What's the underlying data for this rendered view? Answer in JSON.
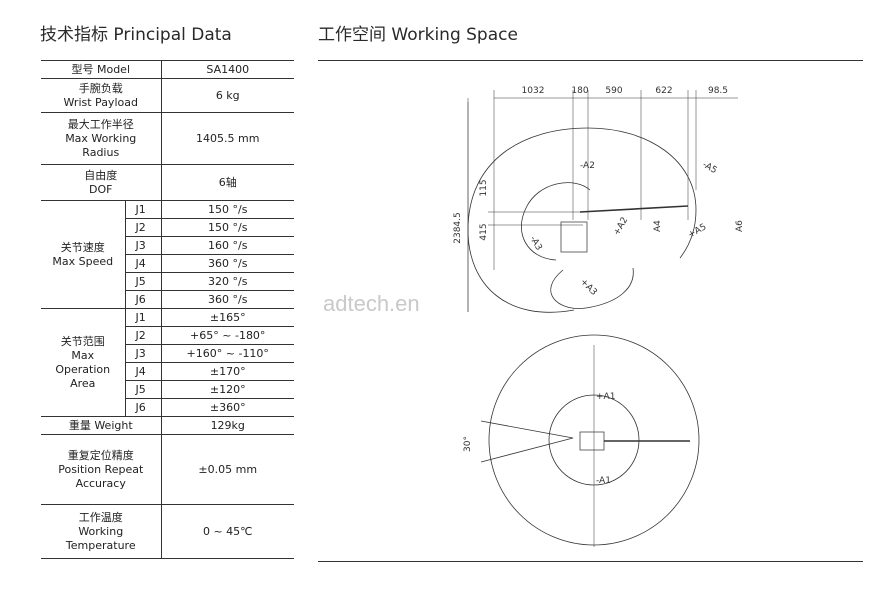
{
  "left_title": "技术指标 Principal Data",
  "right_title": "工作空间 Working Space",
  "spec": {
    "model": {
      "label_zh": "型号 Model",
      "value": "SA1400"
    },
    "payload": {
      "label_zh": "手腕负载",
      "label_en": "Wrist Payload",
      "value": "6 kg"
    },
    "radius": {
      "label_zh": "最大工作半径",
      "label_en": "Max Working\nRadius",
      "value": "1405.5 mm"
    },
    "dof": {
      "label_zh": "自由度",
      "label_en": "DOF",
      "value": "6轴"
    },
    "speed": {
      "label_zh": "关节速度",
      "label_en": "Max Speed",
      "rows": [
        {
          "joint": "J1",
          "value": "150 °/s"
        },
        {
          "joint": "J2",
          "value": "150 °/s"
        },
        {
          "joint": "J3",
          "value": "160 °/s"
        },
        {
          "joint": "J4",
          "value": "360 °/s"
        },
        {
          "joint": "J5",
          "value": "320 °/s"
        },
        {
          "joint": "J6",
          "value": "360 °/s"
        }
      ]
    },
    "range": {
      "label_zh": "关节范围",
      "label_en": "Max\nOperation\nArea",
      "rows": [
        {
          "joint": "J1",
          "value": "±165°"
        },
        {
          "joint": "J2",
          "value": "+65° ~ -180°"
        },
        {
          "joint": "J3",
          "value": "+160° ~ -110°"
        },
        {
          "joint": "J4",
          "value": "±170°"
        },
        {
          "joint": "J5",
          "value": "±120°"
        },
        {
          "joint": "J6",
          "value": "±360°"
        }
      ]
    },
    "weight": {
      "label_zh": "重量 Weight",
      "value": "129kg"
    },
    "repeat": {
      "label_zh": "重复定位精度",
      "label_en": "Position Repeat\nAccuracy",
      "value": "±0.05 mm"
    },
    "temp": {
      "label_zh": "工作温度",
      "label_en": "Working\nTemperature",
      "value": "0 ~ 45℃"
    }
  },
  "diagram": {
    "dims_top": [
      "1032",
      "180",
      "590",
      "622",
      "98.5"
    ],
    "dim_height": "2384.5",
    "dim_115": "115",
    "dim_415": "415",
    "axis_labels": {
      "a2_neg": "-A2",
      "a2_pos": "+A2",
      "a3_neg": "-A3",
      "a3_pos": "+A3",
      "a4": "A4",
      "a5_neg": "-A5",
      "a5_pos": "+A5",
      "a6": "A6",
      "a1_pos": "+A1",
      "a1_neg": "-A1",
      "angle": "30°"
    },
    "watermark": "adtech.en"
  }
}
